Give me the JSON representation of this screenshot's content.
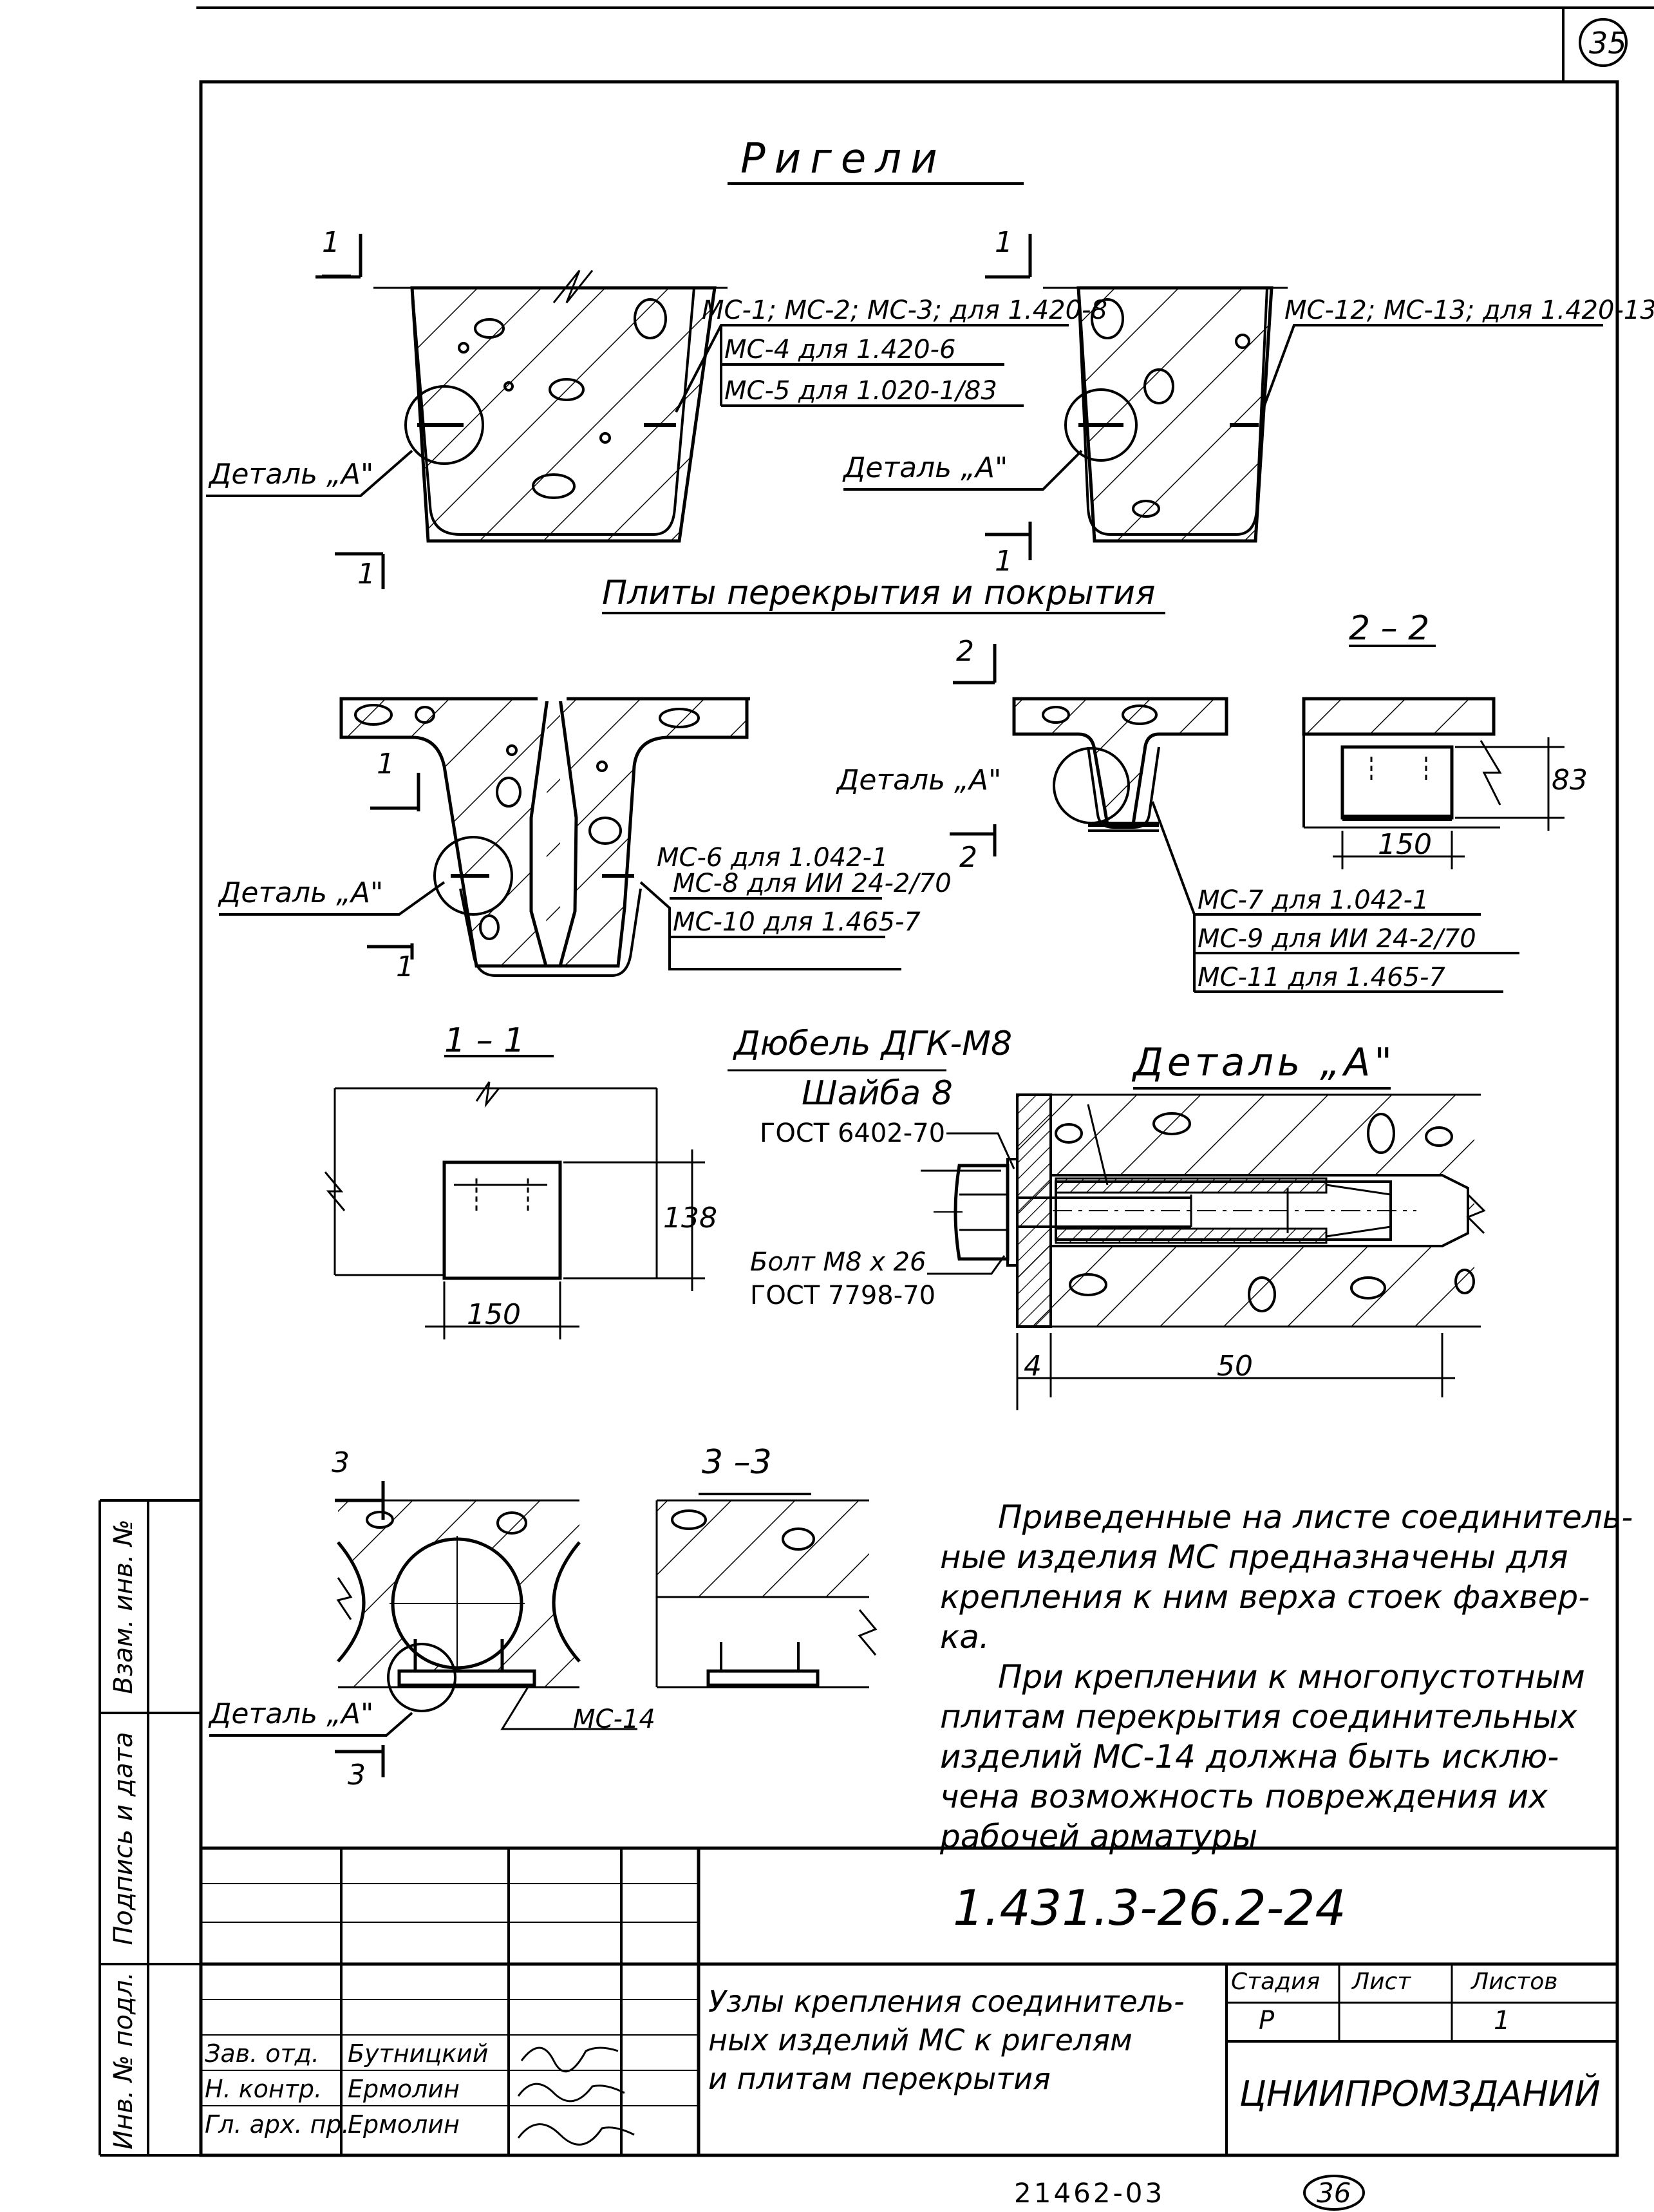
{
  "sheet": {
    "corner_number": "35",
    "bottom_number": "36",
    "archive_code": "21462-03"
  },
  "sections": {
    "rigeli_title": "Ригели",
    "plity_title": "Плиты перекрытия и покрытия",
    "section_1_1": "1 – 1",
    "section_2_2": "2 – 2",
    "section_3_3": "3 –3",
    "detail_A_title": "Деталь „А\""
  },
  "markers": {
    "one": "1",
    "two": "2",
    "three": "3",
    "detail_A": "Деталь „А\""
  },
  "callouts": {
    "rigel_left": [
      "МС-1; МС-2; МС-3; для 1.420-8",
      "МС-4  для 1.420-6",
      "МС-5  для 1.020-1/83"
    ],
    "rigel_right": "МС-12; МС-13; для 1.420-13",
    "plita_left": [
      "МС-6 для 1.042-1",
      "МС-8 для ИИ 24-2/70",
      "МС-10 для 1.465-7"
    ],
    "plita_right": [
      "МС-7  для 1.042-1",
      "МС-9  для  ИИ 24-2/70",
      "МС-11  для 1.465-7"
    ],
    "mc14": "МС-14",
    "dowel": "Дюбель ДГК-М8",
    "washer": "Шайба 8",
    "washer_gost": "ГОСТ 6402-70",
    "bolt": "Болт М8 х 26",
    "bolt_gost": "ГОСТ 7798-70"
  },
  "dimensions": {
    "d150a": "150",
    "d83": "83",
    "d150b": "150",
    "d138": "138",
    "d4": "4",
    "d50": "50"
  },
  "notes": {
    "p1": [
      "Приведенные на листе соединитель-",
      "ные изделия МС предназначены для",
      "крепления к ним верха стоек фахвер-",
      "ка."
    ],
    "p2": [
      "При креплении к многопустотным",
      "плитам перекрытия соединительных",
      "изделий МС-14 должна быть исклю-",
      "чена возможность повреждения их",
      "рабочей арматуры"
    ]
  },
  "side_stamps": [
    "Взам. инв. №",
    "Подпись и дата",
    "Инв. № подл."
  ],
  "title_block": {
    "code": "1.431.3-26.2-24",
    "description": [
      "Узлы крепления соединитель-",
      "ных изделий МС к ригелям",
      "и плитам перекрытия"
    ],
    "stage_label": "Стадия",
    "sheet_label": "Лист",
    "sheets_label": "Листов",
    "stage": "Р",
    "sheet": "",
    "sheets": "1",
    "org": "ЦНИИПРОМЗДАНИЙ",
    "roles": [
      {
        "role": "Зав. отд.",
        "name": "Бутницкий"
      },
      {
        "role": "Н. контр.",
        "name": "Ермолин"
      },
      {
        "role": "Гл. арх. пр.",
        "name": "Ермолин"
      }
    ]
  }
}
